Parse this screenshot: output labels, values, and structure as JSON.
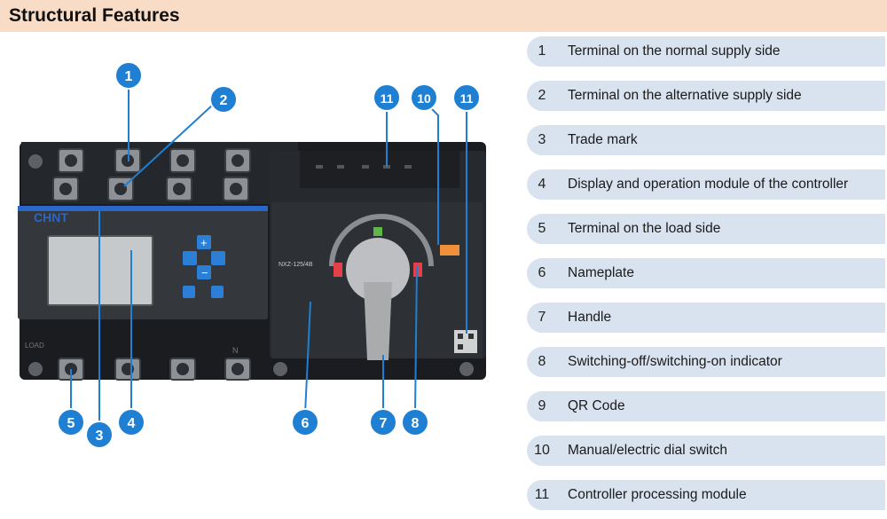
{
  "header": {
    "title": "Structural Features"
  },
  "device": {
    "brand": "CHNT",
    "model": "NXZ-125/4B",
    "load_label": "LOAD",
    "n_label": "N",
    "callouts": [
      "1",
      "2",
      "3",
      "4",
      "5",
      "6",
      "7",
      "8",
      "10",
      "11",
      "11"
    ]
  },
  "legend": [
    {
      "num": "1",
      "text": "Terminal on the normal supply side"
    },
    {
      "num": "2",
      "text": "Terminal on the alternative supply side"
    },
    {
      "num": "3",
      "text": "Trade mark"
    },
    {
      "num": "4",
      "text": "Display and operation module of the controller"
    },
    {
      "num": "5",
      "text": "Terminal on the load side"
    },
    {
      "num": "6",
      "text": "Nameplate"
    },
    {
      "num": "7",
      "text": "Handle"
    },
    {
      "num": "8",
      "text": "Switching-off/switching-on indicator"
    },
    {
      "num": "9",
      "text": "QR Code"
    },
    {
      "num": "10",
      "text": "Manual/electric dial switch"
    },
    {
      "num": "11",
      "text": "Controller processing module"
    }
  ],
  "colors": {
    "callout": "#1f7fd2",
    "legend_bg": "#d9e3ef",
    "header_bg": "#f9dcc6",
    "brand": "#1a5fb4"
  }
}
